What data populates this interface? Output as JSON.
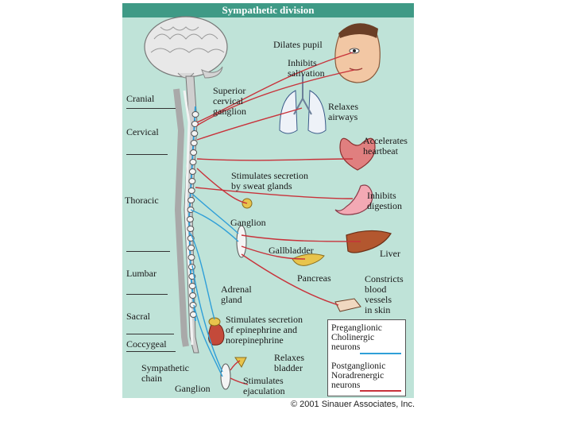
{
  "title": "Sympathetic division",
  "regions": [
    "Cranial",
    "Cervical",
    "Thoracic",
    "Lumbar",
    "Sacral",
    "Coccygeal"
  ],
  "labels": {
    "superior_ganglion": "Superior\ncervical\nganglion",
    "sympathetic_chain": "Sympathetic\nchain",
    "ganglion_mid": "Ganglion",
    "ganglion_low": "Ganglion",
    "adrenal_gland": "Adrenal\ngland",
    "sweat": "Stimulates secretion\nby sweat glands",
    "gallbladder": "Gallbladder",
    "pancreas": "Pancreas",
    "liver": "Liver"
  },
  "effects": {
    "pupil": "Dilates pupil",
    "salivation": "Inhibits\nsalivation",
    "airways": "Relaxes\nairways",
    "heartbeat": "Accelerates\nheartbeat",
    "digestion": "Inhibits\ndigestion",
    "vessels": "Constricts\nblood\nvessels\nin skin",
    "epinephrine": "Stimulates secretion\nof epinephrine and\nnorepinephrine",
    "bladder": "Relaxes\nbladder",
    "ejaculation": "Stimulates\nejaculation"
  },
  "legend": {
    "preganglionic": "Preganglionic\nCholinergic\nneurons",
    "postganglionic": "Postganglionic\nNoradrenergic\nneurons"
  },
  "colors": {
    "preganglionic": "#2f9fd8",
    "postganglionic": "#c8323a",
    "title_bar": "#3f9a86",
    "background": "#bfe3d8"
  },
  "credit": "© 2001 Sinauer Associates, Inc."
}
